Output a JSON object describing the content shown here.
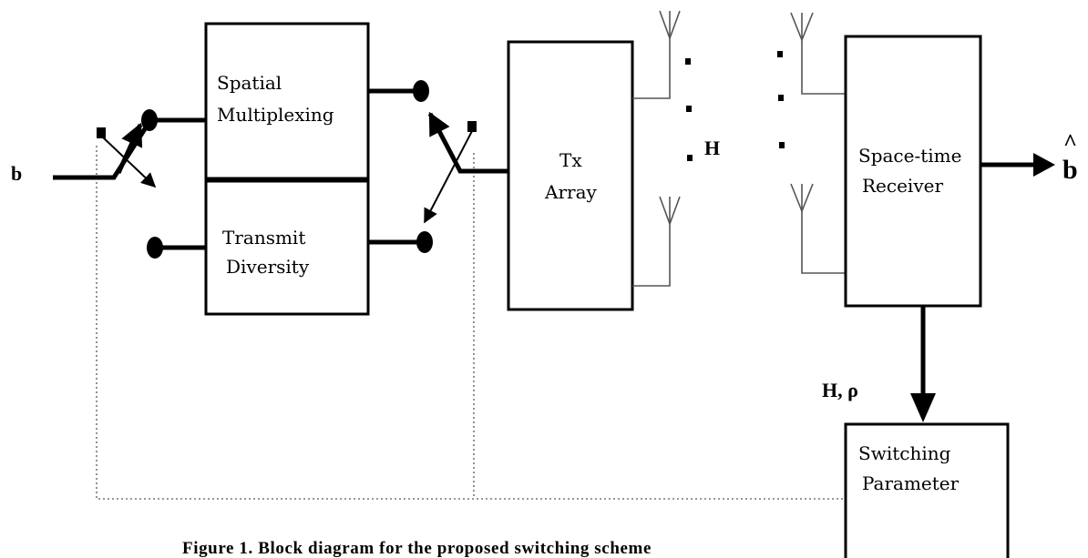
{
  "blocks": {
    "spatial_multiplexing": [
      "Spatial",
      "Multiplexing"
    ],
    "transmit_diversity": [
      "Transmit",
      "Diversity"
    ],
    "tx_array": [
      "Tx",
      "Array"
    ],
    "space_time_receiver": [
      "Space-time",
      "Receiver"
    ],
    "switching_parameter": [
      "Switching",
      "Parameter"
    ]
  },
  "signals": {
    "input": "b",
    "output": "b",
    "output_hat": "^",
    "channel": "H",
    "feedback": "H, ρ"
  },
  "caption": "Figure 1.  Block diagram for the proposed switching scheme"
}
